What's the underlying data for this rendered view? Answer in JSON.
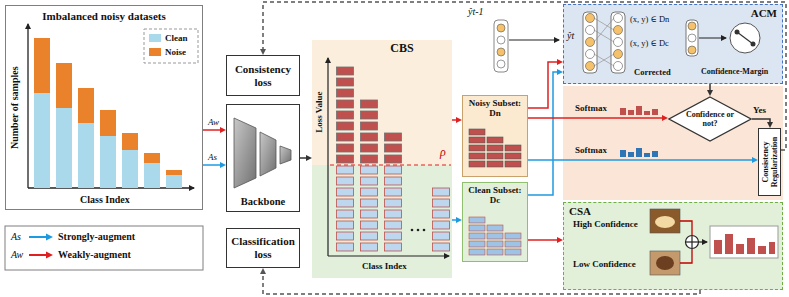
{
  "diagram": {
    "nodes": [
      {
        "text": [
          "Imbalanced noisy datasets"
        ]
      },
      {
        "text": [
          "Consistency loss"
        ]
      },
      {
        "text": [
          "Backbone"
        ]
      },
      {
        "text": [
          "Classification loss"
        ]
      },
      {
        "text": [
          "CBS"
        ]
      },
      {
        "text": [
          "Noisy Subset: Dn"
        ]
      },
      {
        "text": [
          "Clean Subset: Dc"
        ]
      },
      {
        "text": [
          "ACM"
        ]
      },
      {
        "text": [
          "Confidence or not?"
        ]
      },
      {
        "text": [
          "Consistency Regularization"
        ]
      },
      {
        "text": [
          "CSA"
        ]
      }
    ],
    "edges": [
      {
        "from": 0,
        "to": 2,
        "label": "Aw",
        "arrow": "to"
      },
      {
        "from": 0,
        "to": 2,
        "label": "As",
        "arrow": "to"
      },
      {
        "from": 2,
        "to": 4,
        "arrow": "to"
      },
      {
        "from": 4,
        "to": 5,
        "arrow": "to"
      },
      {
        "from": 4,
        "to": 6,
        "arrow": "to"
      },
      {
        "from": 5,
        "to": 7,
        "arrow": "to"
      },
      {
        "from": 6,
        "to": 7,
        "arrow": "to"
      },
      {
        "from": 5,
        "to": 8,
        "label": "Softmax",
        "arrow": "to"
      },
      {
        "from": 5,
        "to": 9,
        "label": "Softmax",
        "arrow": "to"
      },
      {
        "from": 7,
        "to": 8,
        "arrow": "to"
      },
      {
        "from": 8,
        "to": 9,
        "label": "Yes",
        "arrow": "to"
      },
      {
        "from": 6,
        "to": 10,
        "arrow": "to"
      },
      {
        "from": 9,
        "to": 1,
        "arrow": "to"
      },
      {
        "from": 10,
        "to": 3,
        "arrow": "to"
      }
    ],
    "labels": [
      "Number of samples",
      "Class Index",
      "As",
      "Aw",
      "Loss Value",
      "Class Index",
      "ρ",
      "ŷt-1",
      "ŷt",
      "(x, y) ∈ Dn",
      "(x, y) ∈ Dc",
      "Corrected",
      "Confidence-Margin",
      "High Confidence",
      "Low Confidence"
    ],
    "legend": [
      {
        "text": "Clean",
        "color": "#a9d9ea"
      },
      {
        "text": "Noise",
        "color": "#e9822a"
      },
      {
        "text": "Strongly-augment"
      },
      {
        "text": "Weakly-augment"
      }
    ]
  }
}
